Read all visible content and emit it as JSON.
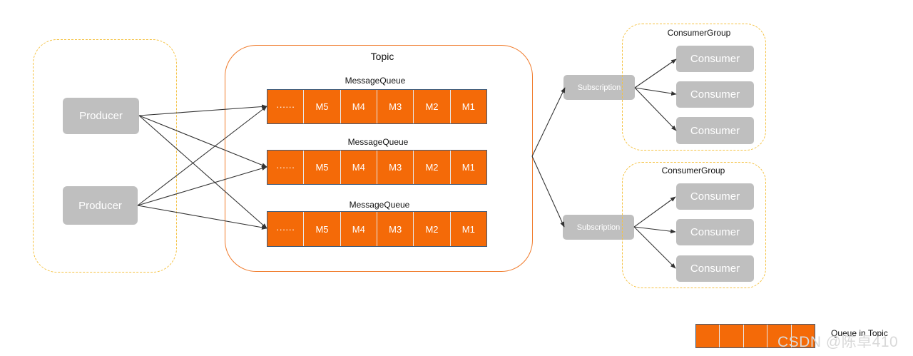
{
  "producers": [
    "Producer",
    "Producer"
  ],
  "topic": {
    "title": "Topic",
    "queues": [
      {
        "label": "MessageQueue",
        "cells": [
          "······",
          "M5",
          "M4",
          "M3",
          "M2",
          "M1"
        ]
      },
      {
        "label": "MessageQueue",
        "cells": [
          "······",
          "M5",
          "M4",
          "M3",
          "M2",
          "M1"
        ]
      },
      {
        "label": "MessageQueue",
        "cells": [
          "······",
          "M5",
          "M4",
          "M3",
          "M2",
          "M1"
        ]
      }
    ]
  },
  "subscriptions": [
    "Subscription",
    "Subscription"
  ],
  "consumer_groups": [
    {
      "title": "ConsumerGroup",
      "consumers": [
        "Consumer",
        "Consumer",
        "Consumer"
      ]
    },
    {
      "title": "ConsumerGroup",
      "consumers": [
        "Consumer",
        "Consumer",
        "Consumer"
      ]
    }
  ],
  "legend": {
    "label": "Queue in Topic"
  },
  "watermark": "CSDN @陈卓410",
  "colors": {
    "queue_fill": "#f46a08",
    "queue_border": "#3f5a78",
    "topic_border": "#f07a2a",
    "group_border": "#f5c242",
    "node_fill": "#bfbfbf"
  }
}
